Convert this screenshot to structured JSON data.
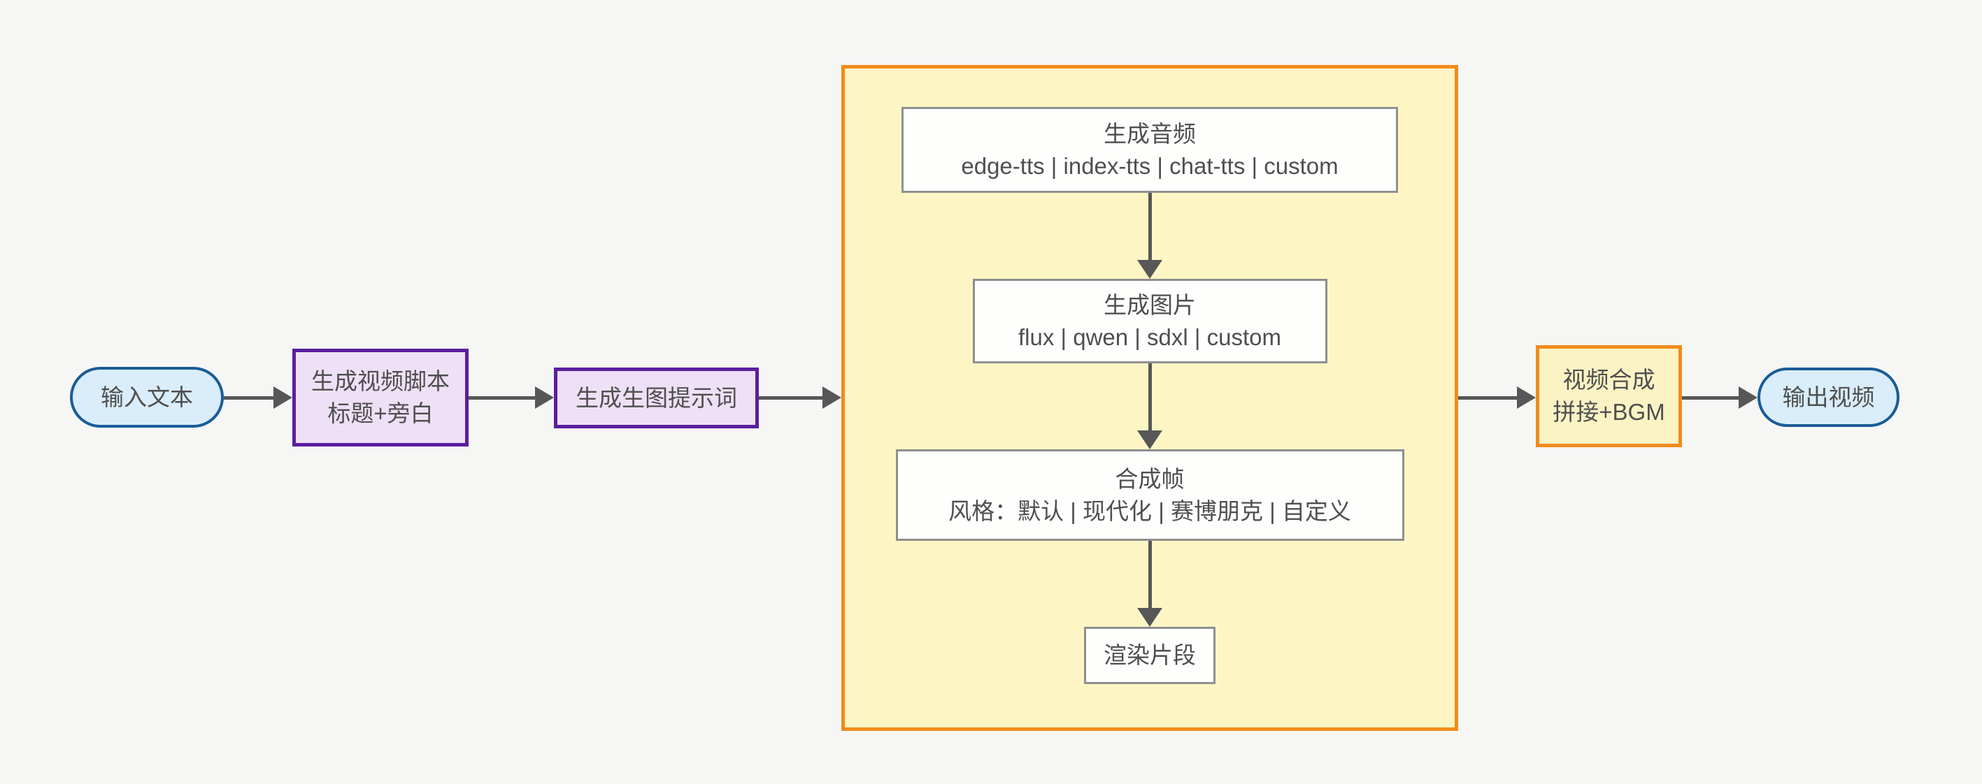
{
  "colors": {
    "background": "#f6f6f5",
    "arrow": "#575757",
    "text": "#4f4f4f",
    "stadium_fill": "#d9edfa",
    "stadium_border": "#1a5c96",
    "purple_fill": "#eee0f6",
    "purple_border": "#5a1e9e",
    "subgraph_fill": "#fdf6c4",
    "subgraph_border": "#f08c1b",
    "compose_fill": "#fcf3c5",
    "compose_border": "#f08c1b",
    "inner_fill": "#fefefd",
    "inner_border": "#8f8f8f"
  },
  "nodes": {
    "input": {
      "label": "输入文本"
    },
    "script": {
      "line1": "生成视频脚本",
      "line2": "标题+旁白"
    },
    "prompt": {
      "label": "生成生图提示词"
    },
    "audio": {
      "line1": "生成音频",
      "line2": "edge-tts | index-tts | chat-tts | custom"
    },
    "image": {
      "line1": "生成图片",
      "line2": "flux | qwen | sdxl | custom"
    },
    "frame": {
      "line1": "合成帧",
      "line2": "风格：默认 | 现代化 | 赛博朋克 | 自定义"
    },
    "render": {
      "label": "渲染片段"
    },
    "compose": {
      "line1": "视频合成",
      "line2": "拼接+BGM"
    },
    "output": {
      "label": "输出视频"
    }
  }
}
